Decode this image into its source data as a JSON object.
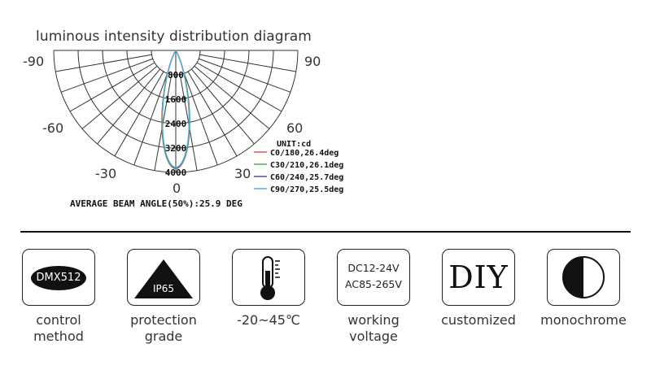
{
  "diagram": {
    "title": "luminous intensity distribution diagram",
    "angle_labels": {
      "left_90": "-90",
      "right_90": "90",
      "left_60": "-60",
      "right_60": "60",
      "left_30": "-30",
      "right_30": "30",
      "zero": "0"
    },
    "radial_labels": [
      "800",
      "1600",
      "2400",
      "3200",
      "4000"
    ],
    "unit": "UNIT:cd",
    "legend": [
      {
        "label": "C0/180,26.4deg",
        "color": "#e0554f"
      },
      {
        "label": "C30/210,26.1deg",
        "color": "#4caf50"
      },
      {
        "label": "C60/240,25.7deg",
        "color": "#5b4bb0"
      },
      {
        "label": "C90/270,25.5deg",
        "color": "#4fb3d9"
      }
    ],
    "average_beam": "AVERAGE BEAM ANGLE(50%):25.9 DEG",
    "beam_angles_deg": [
      26.4,
      26.1,
      25.7,
      25.5
    ]
  },
  "features": [
    {
      "label1": "control",
      "label2": "method",
      "icon": "dmx512-icon",
      "icon_text": "DMX512"
    },
    {
      "label1": "protection",
      "label2": "grade",
      "icon": "ip65-triangle-icon",
      "icon_text": "IP65"
    },
    {
      "label1": "-20~45℃",
      "label2": "",
      "icon": "thermometer-icon"
    },
    {
      "label1": "working",
      "label2": "voltage",
      "icon": "voltage-icon",
      "icon_line1": "DC12-24V",
      "icon_line2": "AC85-265V"
    },
    {
      "label1": "customized",
      "label2": "",
      "icon": "diy-icon",
      "icon_text": "DIY"
    },
    {
      "label1": "monochrome",
      "label2": "",
      "icon": "half-circle-icon"
    }
  ]
}
